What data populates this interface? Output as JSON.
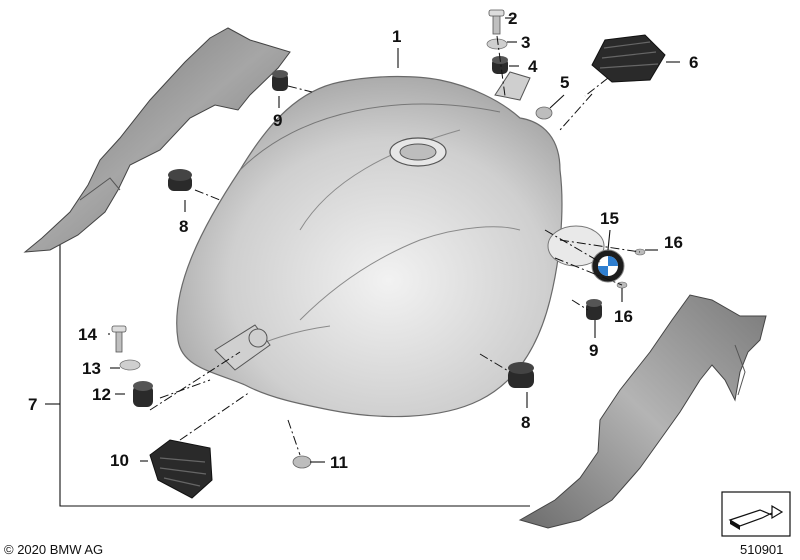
{
  "callouts": {
    "c1": "1",
    "c2": "2",
    "c3": "3",
    "c4": "4",
    "c5": "5",
    "c6": "6",
    "c7": "7",
    "c8a": "8",
    "c8b": "8",
    "c9a": "9",
    "c9b": "9",
    "c10": "10",
    "c11": "11",
    "c12": "12",
    "c13": "13",
    "c14": "14",
    "c15": "15",
    "c16a": "16",
    "c16b": "16"
  },
  "footer": {
    "copyright": "© 2020 BMW AG",
    "diagram_number": "510901"
  },
  "icons": {
    "nav": "arrow-nav-icon",
    "logo": "bmw-roundel-logo"
  },
  "colors": {
    "tank_light": "#d8d8d8",
    "tank_dark": "#9a9a9a",
    "part_dark": "#2a2a2a",
    "cover_gray": "#8c8c8c"
  }
}
